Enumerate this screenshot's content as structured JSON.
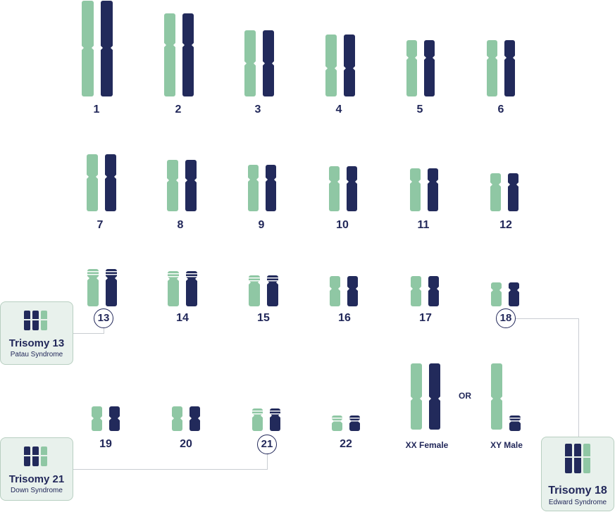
{
  "colors": {
    "green": "#8fc7a4",
    "navy": "#222a5b"
  },
  "pairs": [
    {
      "label": "1"
    },
    {
      "label": "2"
    },
    {
      "label": "3"
    },
    {
      "label": "4"
    },
    {
      "label": "5"
    },
    {
      "label": "6"
    },
    {
      "label": "7"
    },
    {
      "label": "8"
    },
    {
      "label": "9"
    },
    {
      "label": "10"
    },
    {
      "label": "11"
    },
    {
      "label": "12"
    },
    {
      "label": "13"
    },
    {
      "label": "14"
    },
    {
      "label": "15"
    },
    {
      "label": "16"
    },
    {
      "label": "17"
    },
    {
      "label": "18"
    },
    {
      "label": "19"
    },
    {
      "label": "20"
    },
    {
      "label": "21"
    },
    {
      "label": "22"
    },
    {
      "label": "XX Female"
    },
    {
      "label": "XY Male"
    }
  ],
  "or_text": "OR",
  "callouts": {
    "trisomy13": {
      "title": "Trisomy 13",
      "subtitle": "Patau Syndrome"
    },
    "trisomy21": {
      "title": "Trisomy 21",
      "subtitle": "Down Syndrome"
    },
    "trisomy18": {
      "title": "Trisomy 18",
      "subtitle": "Edward Syndrome"
    }
  }
}
